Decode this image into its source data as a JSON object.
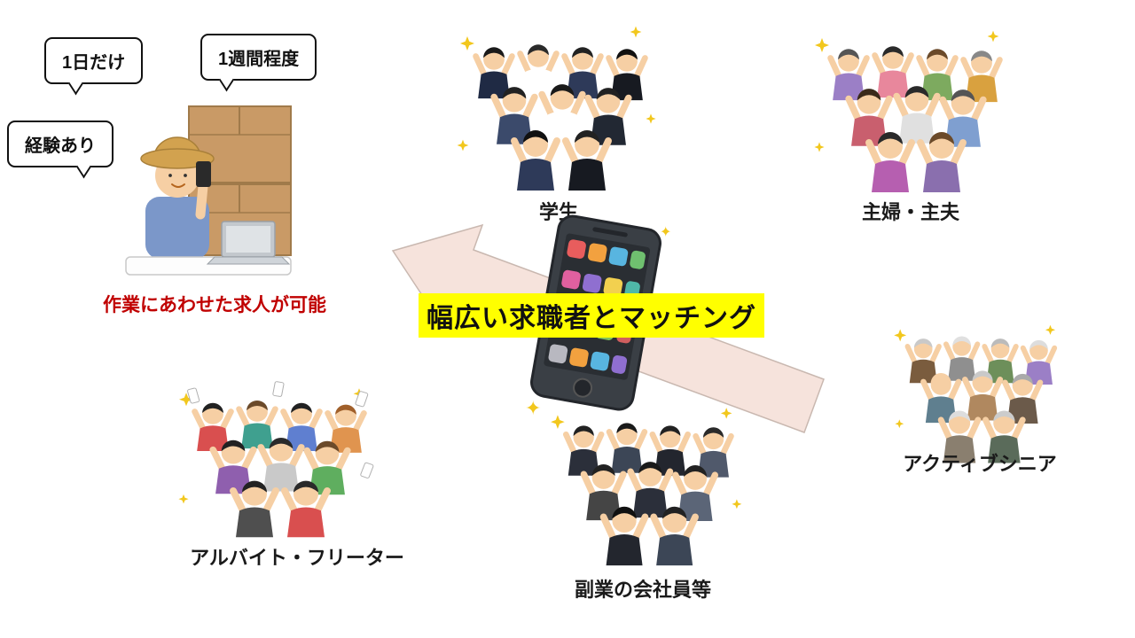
{
  "diagram": {
    "worker": {
      "bubble_one_day": "1日だけ",
      "bubble_one_week": "1週間程度",
      "bubble_experienced": "経験あり",
      "caption": "作業にあわせた求人が可能",
      "caption_color": "#c00000"
    },
    "matching_banner": {
      "text": "幅広い求職者とマッチング",
      "background": "#ffff00"
    },
    "groups": [
      {
        "id": "students",
        "label": "学生"
      },
      {
        "id": "housewives-househusbands",
        "label": "主婦・主夫"
      },
      {
        "id": "active-seniors",
        "label": "アクティブシニア"
      },
      {
        "id": "side-job-employees",
        "label": "副業の会社員等"
      },
      {
        "id": "part-timers-freeters",
        "label": "アルバイト・フリーター"
      }
    ],
    "icons": {
      "smartphone": "smartphone-icon",
      "arrow": "matching-arrow-icon",
      "sparkle": "sparkle-icon"
    }
  }
}
